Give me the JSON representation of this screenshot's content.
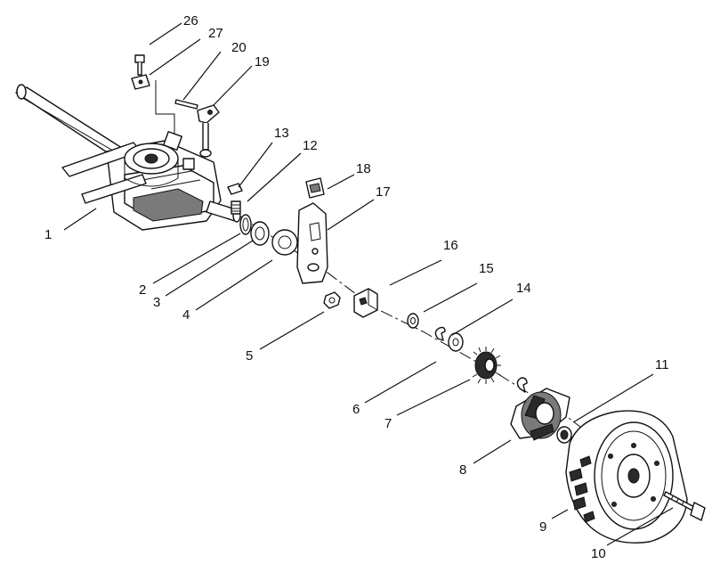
{
  "diagram": {
    "callouts": [
      {
        "id": "p1",
        "label": "1"
      },
      {
        "id": "p2",
        "label": "2"
      },
      {
        "id": "p3",
        "label": "3"
      },
      {
        "id": "p4",
        "label": "4"
      },
      {
        "id": "p5",
        "label": "5"
      },
      {
        "id": "p6",
        "label": "6"
      },
      {
        "id": "p7",
        "label": "7"
      },
      {
        "id": "p8",
        "label": "8"
      },
      {
        "id": "p9",
        "label": "9"
      },
      {
        "id": "p10",
        "label": "10"
      },
      {
        "id": "p11",
        "label": "11"
      },
      {
        "id": "p12",
        "label": "12"
      },
      {
        "id": "p13",
        "label": "13"
      },
      {
        "id": "p14",
        "label": "14"
      },
      {
        "id": "p15",
        "label": "15"
      },
      {
        "id": "p16",
        "label": "16"
      },
      {
        "id": "p17",
        "label": "17"
      },
      {
        "id": "p18",
        "label": "18"
      },
      {
        "id": "p19",
        "label": "19"
      },
      {
        "id": "p20",
        "label": "20"
      },
      {
        "id": "p26",
        "label": "26"
      },
      {
        "id": "p27",
        "label": "27"
      }
    ]
  }
}
